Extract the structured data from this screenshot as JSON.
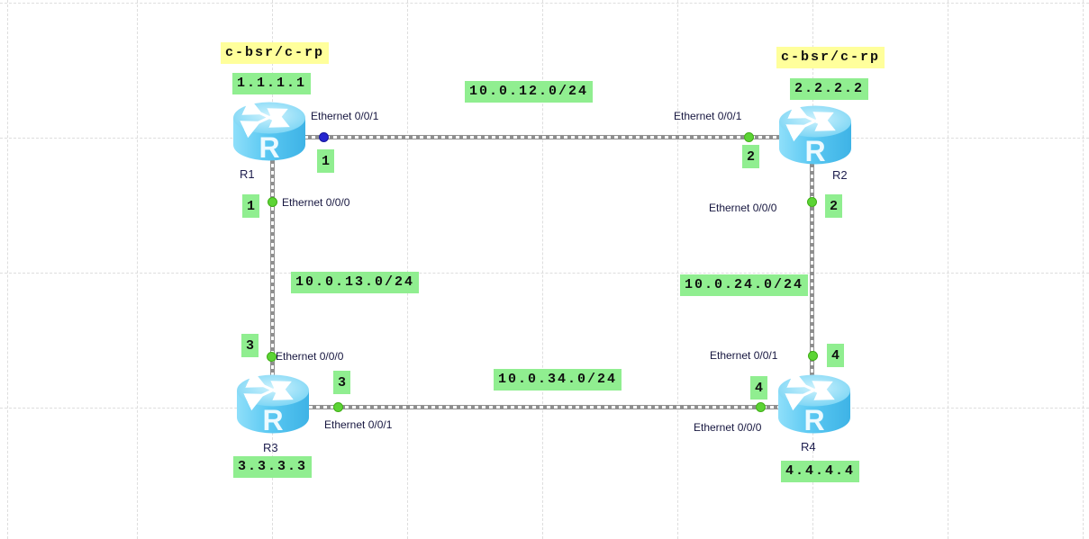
{
  "colors": {
    "highlight_yellow": "#ffff9b",
    "highlight_green": "#90ee90",
    "cable_gray": "#8f8f8f",
    "dot_green": "#5cd435",
    "dot_blue": "#2626cf",
    "router_cyan": "#55c6f1",
    "grid_gray": "#dedede",
    "label_navy": "#16163f"
  },
  "icons": {
    "router_glyph": "R"
  },
  "routers": [
    {
      "name": "R1",
      "ip": "1.1.1.1",
      "role": "c-bsr/c-rp"
    },
    {
      "name": "R2",
      "ip": "2.2.2.2",
      "role": "c-bsr/c-rp"
    },
    {
      "name": "R3",
      "ip": "3.3.3.3"
    },
    {
      "name": "R4",
      "ip": "4.4.4.4"
    }
  ],
  "links": [
    {
      "between": "R1-R2",
      "subnet": "10.0.12.0/24"
    },
    {
      "between": "R1-R3",
      "subnet": "10.0.13.0/24"
    },
    {
      "between": "R2-R4",
      "subnet": "10.0.24.0/24"
    },
    {
      "between": "R3-R4",
      "subnet": "10.0.34.0/24"
    }
  ],
  "interfaces": [
    {
      "router": "R1",
      "label": "Ethernet 0/0/1",
      "port": "1"
    },
    {
      "router": "R2",
      "label": "Ethernet 0/0/1",
      "port": "2"
    },
    {
      "router": "R1",
      "label": "Ethernet 0/0/0",
      "port": "1"
    },
    {
      "router": "R2",
      "label": "Ethernet 0/0/0",
      "port": "2"
    },
    {
      "router": "R3",
      "label": "Ethernet 0/0/0",
      "port": "3"
    },
    {
      "router": "R4",
      "label": "Ethernet 0/0/1",
      "port": "4"
    },
    {
      "router": "R3",
      "label": "Ethernet 0/0/1",
      "port": "3"
    },
    {
      "router": "R4",
      "label": "Ethernet 0/0/0",
      "port": "4"
    }
  ]
}
